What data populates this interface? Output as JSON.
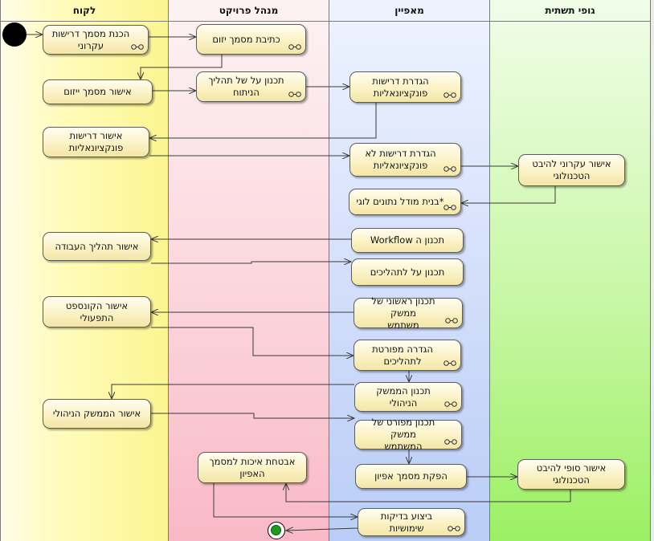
{
  "lanes": [
    {
      "id": "client",
      "title": "לקוח"
    },
    {
      "id": "pm",
      "title": "מנהל פרויקט"
    },
    {
      "id": "analyst",
      "title": "מאפיין"
    },
    {
      "id": "infra",
      "title": "גופי תשתית"
    }
  ],
  "nodes": {
    "n1": "הכנת מסמך דרישות\nעקרוני",
    "n2": "כתיבת מסמך יזום",
    "n3": "אישור מסמך ייזום",
    "n4": "תכנון על של תהליך\nהניתוח",
    "n5": "הגדרת דרישות\nפונקציונאליות",
    "n6": "אישור דרישות\nפונקציונאליות",
    "n7": "הגדרת דרישות לא\nפונקציונאליות",
    "n8": "אישור עקרוני להיבט\nהטכנולוגי",
    "n9": "*בנית מודל נתונים לוגי",
    "n10": "תכנון ה Workflow",
    "n11": "אישור תהליך העבודה",
    "n12": "תכנון על לתהליכים",
    "n13": "אישור הקונספט התפעולי",
    "n14": "תכנון ראשוני של ממשק\nמשתמש",
    "n15": "הגדרה מפורטת\nלתהליכים",
    "n16": "תכנון הממשק הניהולי",
    "n17": "אישור הממשק הניהולי",
    "n18": "תכנון מפורט של ממשק\nהמשתמש",
    "n19": "הפקת מסמך אפיון",
    "n20": "אישור סופי להיבט\nהטכנולוגי",
    "n21": "אבטחת איכות למסמך\nהאפיון",
    "n22": "ביצוע בדיקות שימושיות"
  },
  "colors": {
    "client_lane": "#fffbb4",
    "pm_lane": "#fcd6dc",
    "analyst_lane": "#d4e0fb",
    "infra_lane": "#b8f58c",
    "edge": "#3a3a3a"
  }
}
